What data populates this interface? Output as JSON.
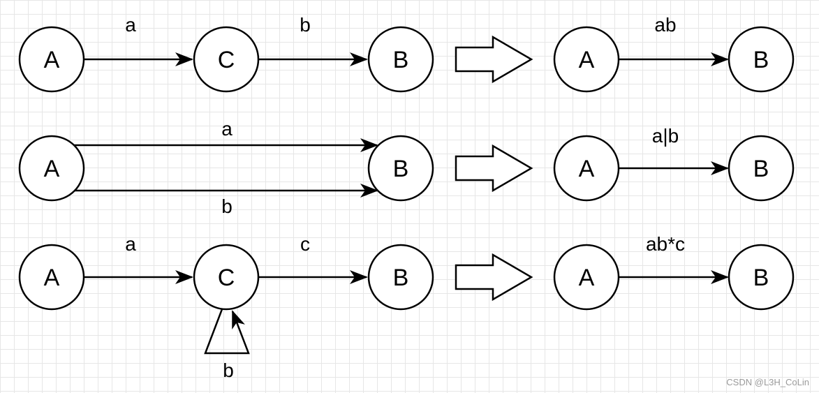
{
  "rows": [
    {
      "left": {
        "nodes": [
          "A",
          "C",
          "B"
        ],
        "edge_labels": [
          "a",
          "b"
        ]
      },
      "right": {
        "nodes": [
          "A",
          "B"
        ],
        "edge_label": "ab"
      }
    },
    {
      "left": {
        "nodes": [
          "A",
          "B"
        ],
        "edge_labels": [
          "a",
          "b"
        ]
      },
      "right": {
        "nodes": [
          "A",
          "B"
        ],
        "edge_label": "a|b"
      }
    },
    {
      "left": {
        "nodes": [
          "A",
          "C",
          "B"
        ],
        "edge_labels": [
          "a",
          "c"
        ],
        "loop_label": "b"
      },
      "right": {
        "nodes": [
          "A",
          "B"
        ],
        "edge_label": "ab*c"
      }
    }
  ],
  "watermark": "CSDN @L3H_CoLin"
}
